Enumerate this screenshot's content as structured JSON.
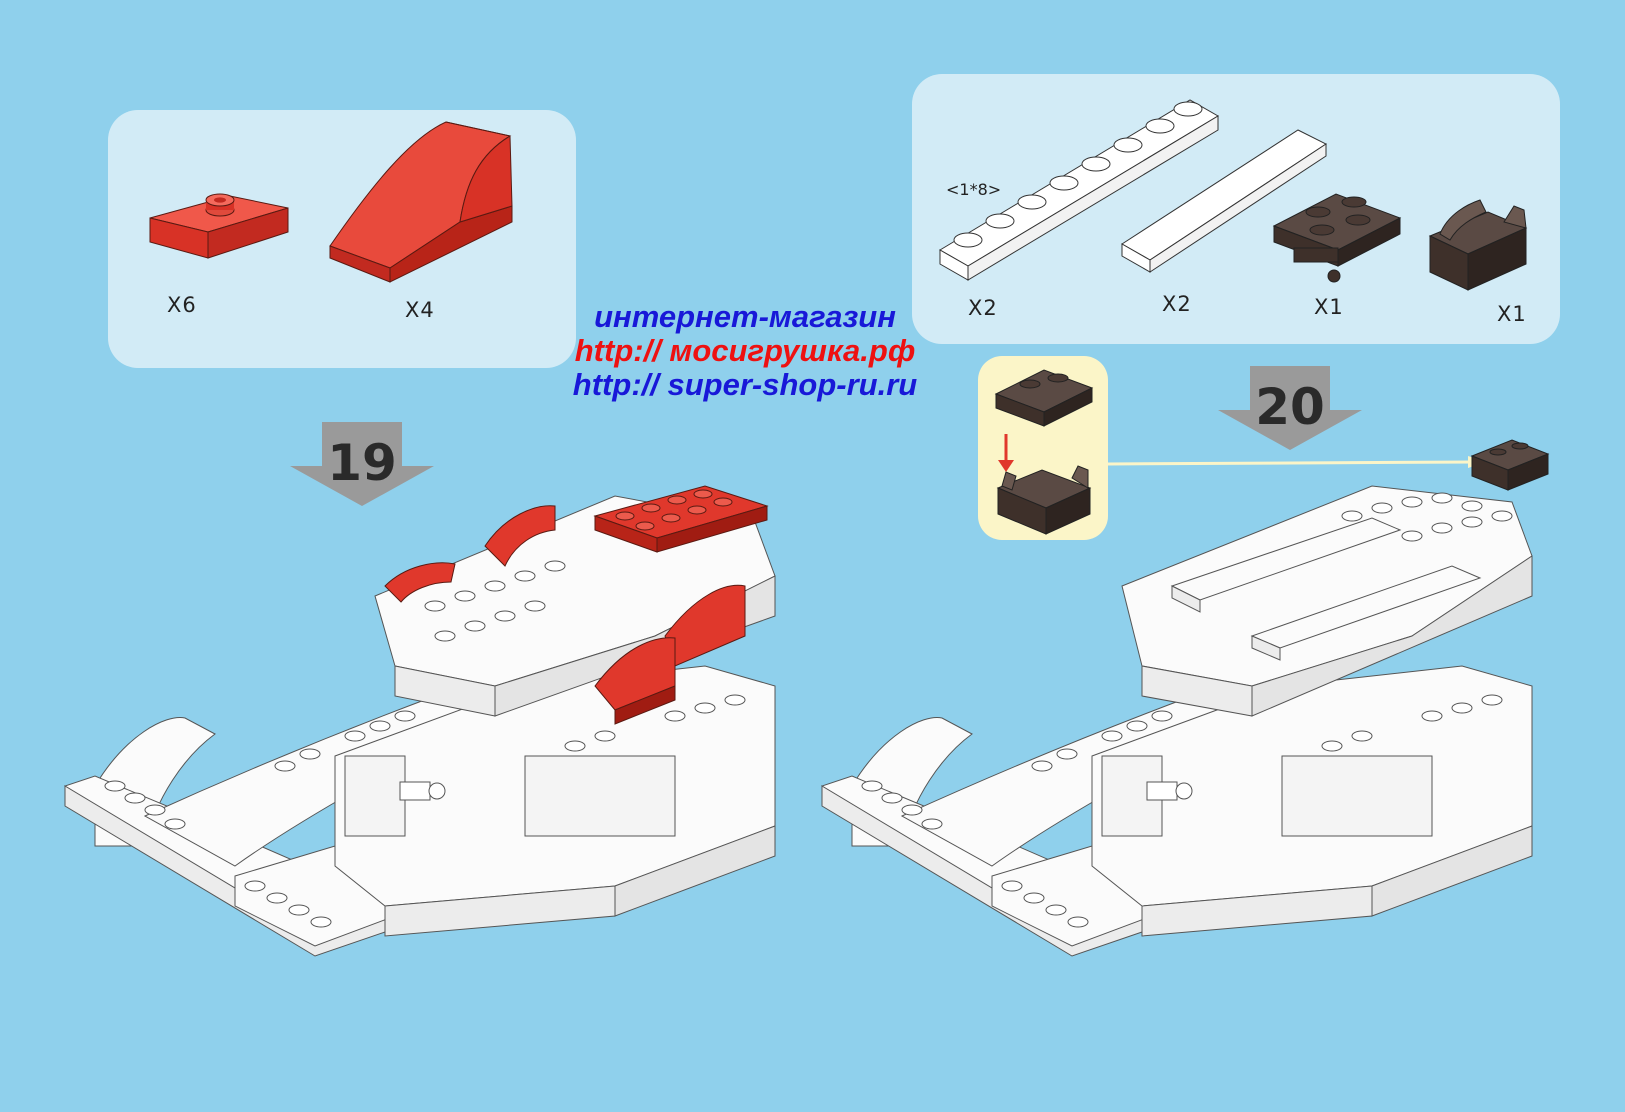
{
  "steps": [
    {
      "number": "19",
      "parts": [
        {
          "name": "red-plate-1x2-jumper",
          "color": "#e0382c",
          "qty": "X6"
        },
        {
          "name": "red-curved-slope",
          "color": "#e0382c",
          "qty": "X4"
        }
      ]
    },
    {
      "number": "20",
      "parts": [
        {
          "name": "white-plate-1x8",
          "color": "#ffffff",
          "qty": "X2",
          "dimension": "<1*8>"
        },
        {
          "name": "white-tile-long",
          "color": "#ffffff",
          "qty": "X2"
        },
        {
          "name": "dark-brown-hinge-plate",
          "color": "#4a3a34",
          "qty": "X1"
        },
        {
          "name": "dark-brown-hinge-bracket",
          "color": "#4a3a34",
          "qty": "X1"
        }
      ]
    }
  ],
  "watermark": {
    "line1": "интернет-магазин",
    "line2": "http:// мосигрушка.рф",
    "line3": "http:// super-shop-ru.ru"
  },
  "colors": {
    "background": "#8fd0ec",
    "brick_red": "#e0382c",
    "brick_dark": "#4a3a34",
    "brick_white": "#ffffff",
    "sub_panel": "#fbf5c8",
    "arrow": "#9a9a9a"
  }
}
